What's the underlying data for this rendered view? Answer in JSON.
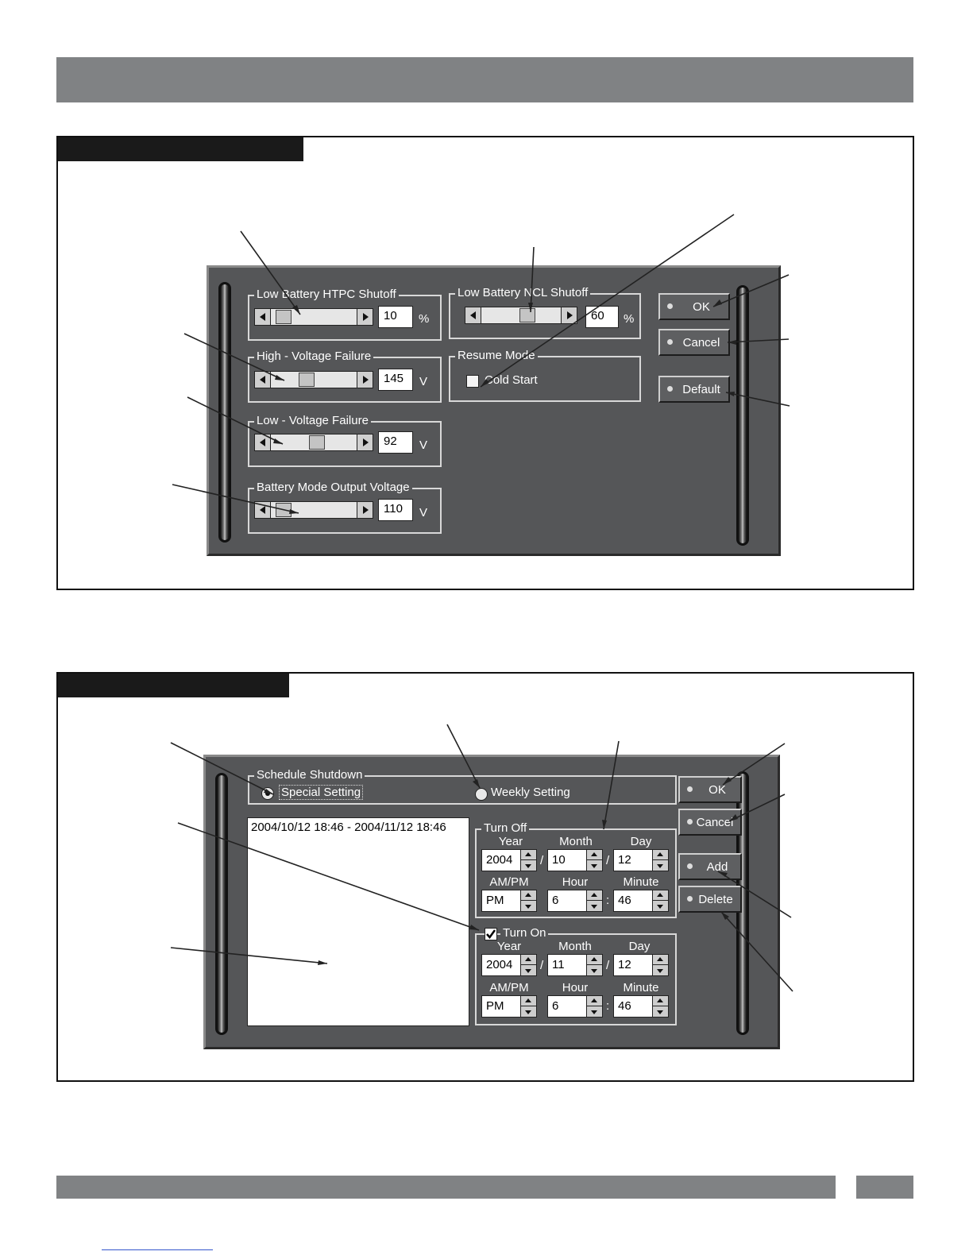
{
  "battery_dialog": {
    "htpc": {
      "label": "Low Battery HTPC Shutoff",
      "value": "10",
      "unit": "%",
      "level": 0.07
    },
    "high_voltage": {
      "label": "High - Voltage Failure",
      "value": "145",
      "unit": "V",
      "level": 0.4
    },
    "low_voltage": {
      "label": "Low - Voltage Failure",
      "value": "92",
      "unit": "V",
      "level": 0.55
    },
    "battery_output": {
      "label": "Battery Mode Output Voltage",
      "value": "110",
      "unit": "V",
      "level": 0.07
    },
    "ncl": {
      "label": "Low Battery NCL Shutoff",
      "value": "60",
      "unit": "%",
      "level": 0.6
    },
    "resume": {
      "label": "Resume Mode",
      "option": "Cold Start",
      "checked": false
    },
    "buttons": {
      "ok": "OK",
      "cancel": "Cancel",
      "default": "Default"
    }
  },
  "schedule_dialog": {
    "group_label": "Schedule Shutdown",
    "special_setting": "Special Setting",
    "weekly_setting": "Weekly Setting",
    "list_items": [
      "2004/10/12 18:46 - 2004/11/12 18:46"
    ],
    "turn_off": {
      "label": "Turn Off",
      "year_caption": "Year",
      "month_caption": "Month",
      "day_caption": "Day",
      "ampm_caption": "AM/PM",
      "hour_caption": "Hour",
      "minute_caption": "Minute",
      "year": "2004",
      "month": "10",
      "day": "12",
      "ampm": "PM",
      "hour": "6",
      "minute": "46"
    },
    "turn_on": {
      "label": "Turn On",
      "checked": true,
      "year_caption": "Year",
      "month_caption": "Month",
      "day_caption": "Day",
      "ampm_caption": "AM/PM",
      "hour_caption": "Hour",
      "minute_caption": "Minute",
      "year": "2004",
      "month": "11",
      "day": "12",
      "ampm": "PM",
      "hour": "6",
      "minute": "46"
    },
    "separators": {
      "slash": "/",
      "colon": ":"
    },
    "buttons": {
      "ok": "OK",
      "cancel": "Cancel",
      "add": "Add",
      "delete": "Delete"
    }
  }
}
